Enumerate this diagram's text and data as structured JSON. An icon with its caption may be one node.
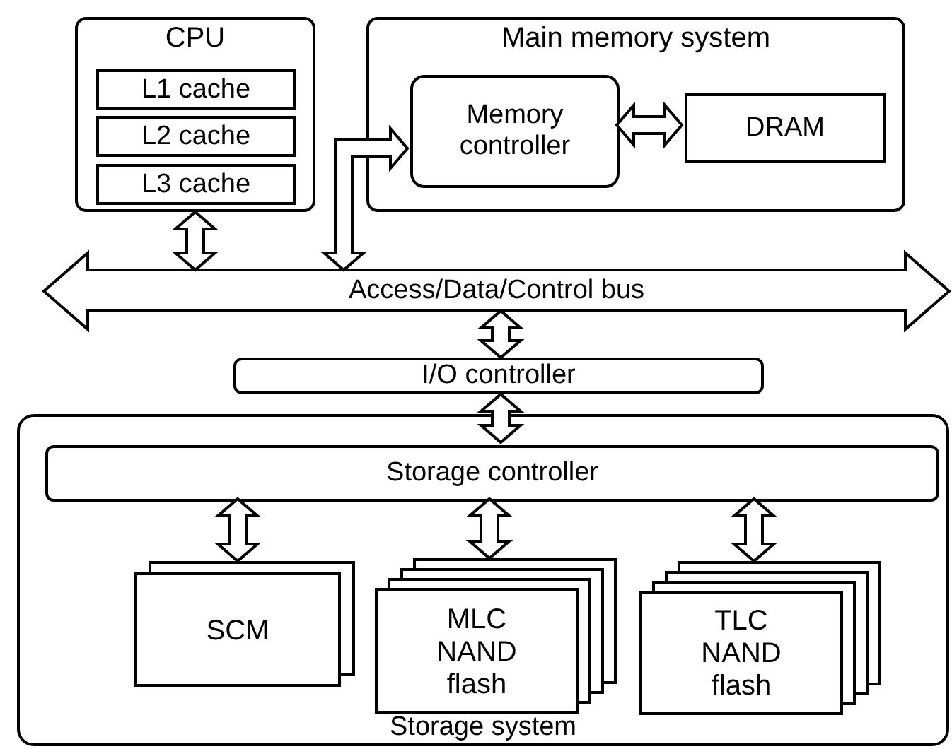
{
  "diagram": {
    "nodes": [
      {
        "text": [
          "CPU"
        ]
      },
      {
        "text": [
          "L1 cache"
        ],
        "in": 0
      },
      {
        "text": [
          "L2 cache"
        ],
        "in": 0
      },
      {
        "text": [
          "L3 cache"
        ],
        "in": 0
      },
      {
        "text": [
          "Main memory system"
        ]
      },
      {
        "text": [
          "Memory controller"
        ],
        "in": 4
      },
      {
        "text": [
          "DRAM"
        ],
        "in": 4
      },
      {
        "text": [
          "Access/Data/Control bus"
        ]
      },
      {
        "text": [
          "I/O controller"
        ]
      },
      {
        "text": [
          "Storage system"
        ]
      },
      {
        "text": [
          "Storage controller"
        ],
        "in": 9
      },
      {
        "text": [
          "SCM"
        ],
        "in": 9
      },
      {
        "text": [
          "MLC NAND flash"
        ],
        "in": 9
      },
      {
        "text": [
          "TLC NAND flash"
        ],
        "in": 9
      }
    ],
    "edges": [
      {
        "from": 0,
        "to": 7,
        "arrow": "both"
      },
      {
        "from": 7,
        "to": 5,
        "arrow": "both"
      },
      {
        "from": 5,
        "to": 6,
        "arrow": "both"
      },
      {
        "from": 7,
        "to": 8,
        "arrow": "both"
      },
      {
        "from": 8,
        "to": 10,
        "arrow": "both"
      },
      {
        "from": 10,
        "to": 11,
        "arrow": "both"
      },
      {
        "from": 10,
        "to": 12,
        "arrow": "both"
      },
      {
        "from": 10,
        "to": 13,
        "arrow": "both"
      }
    ]
  }
}
